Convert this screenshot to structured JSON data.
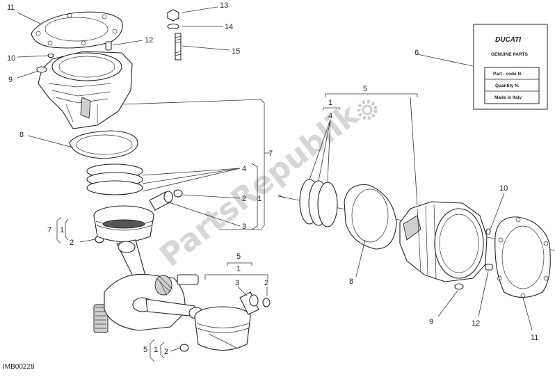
{
  "diagram": {
    "reference_code": "IMB00228",
    "watermark": "PartsRepublik",
    "card": {
      "brand": "DUCATI",
      "subtitle": "GENUINE PARTS",
      "row1": "Part - code N.",
      "row2": "Quantity N.",
      "row3": "Made in Italy"
    },
    "callouts": {
      "c11a": "11",
      "c13": "13",
      "c14": "14",
      "c12a": "12",
      "c15": "15",
      "c10a": "10",
      "c9a": "9",
      "c8a": "8",
      "c7a": "7",
      "c4a": "4",
      "c2a": "2",
      "c1a": "1",
      "c3a": "3",
      "c7b": "7",
      "c1b": "1",
      "c2b": "2",
      "c5a": "5",
      "c1c": "1",
      "c3b": "3",
      "c2c": "2",
      "c5b": "5",
      "c1d": "1",
      "c2d": "2",
      "c5c": "5",
      "c1e": "1",
      "c4b": "4",
      "c6": "6",
      "c10b": "10",
      "c8b": "8",
      "c9b": "9",
      "c12b": "12",
      "c11b": "11"
    }
  }
}
